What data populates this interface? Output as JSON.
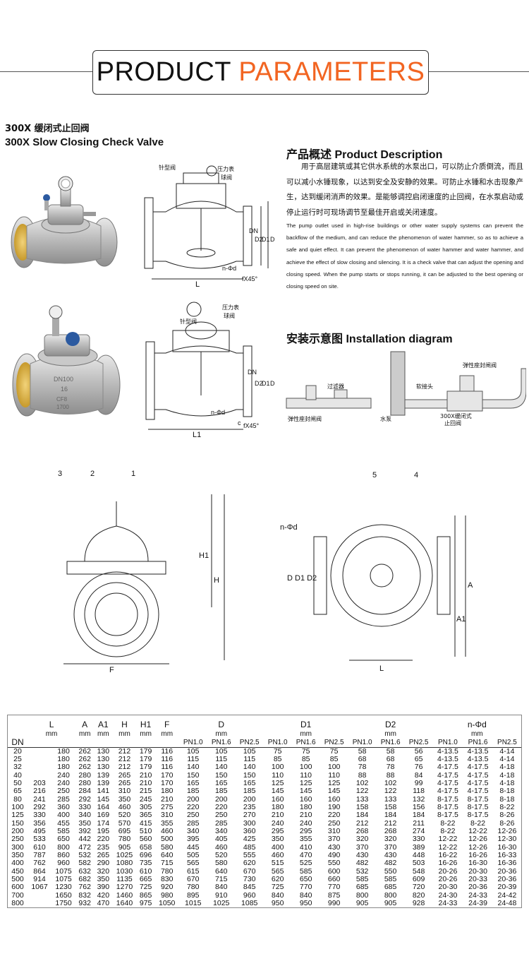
{
  "header": {
    "title_black": "PRODUCT ",
    "title_orange": "PARAMETERS"
  },
  "product": {
    "name_cn": "300X 缓闭式止回阀",
    "name_en": "300X Slow Closing Check Valve"
  },
  "description": {
    "title": "产品概述 Product Description",
    "cn": "用于高层建筑或其它供水系统的水泵出口，可以防止介质倒流，而且可以减小水锤现象，以达到安全及安静的效果。可防止水锤和水击现象产生，达到缓闭消声的效果。是能够调控启闭速度的止回阀，在水泵启动或停止运行时可现场调节至最佳开启或关闭速度。",
    "en": "The pump outlet used in high-rise buildings or other water supply systems can prevent the backflow of the medium, and can reduce the phenomenon of water hammer, so as to achieve a safe and quiet effect. It can prevent the phenomenon of water hammer and water hammer, and achieve the effect of slow closing and silencing. It is a check valve that can adjust the opening and closing speed. When the pump starts or stops running, it can be adjusted to the best opening or closing speed on site."
  },
  "installation": {
    "title": "安装示意图 Installation diagram",
    "labels": [
      "过滤器",
      "弹性座封闸阀",
      "水泵",
      "软接头",
      "300X缓闭式",
      "止回阀",
      "弹性座封闸阀"
    ]
  },
  "drawing1": {
    "labels": [
      "针型阀",
      "压力表",
      "球阀",
      "L",
      "n-Φd",
      "fX45°",
      "DN",
      "D2",
      "D1",
      "D"
    ]
  },
  "drawing2": {
    "labels": [
      "压力表",
      "针型阀",
      "球阀",
      "L1",
      "n-Φd",
      "fX45°",
      "DN",
      "D2",
      "D1",
      "D",
      "c"
    ]
  },
  "photo2_marking": [
    "DN100",
    "16",
    "CF8",
    "1700"
  ],
  "assembly": {
    "labels": [
      "3",
      "2",
      "1",
      "5",
      "4",
      "H1",
      "H",
      "F",
      "n-Φd",
      "D D1 D2",
      "A",
      "A1",
      "L"
    ]
  },
  "table": {
    "head_top": [
      "DN",
      "L",
      "A",
      "A1",
      "H",
      "H1",
      "F",
      "D",
      "D1",
      "D2",
      "n-Φd"
    ],
    "unit": "mm",
    "pn": [
      "PN1.0",
      "PN1.6",
      "PN2.5"
    ],
    "rows": [
      [
        "20",
        "",
        "180",
        "262",
        "130",
        "212",
        "179",
        "116",
        "105",
        "105",
        "105",
        "75",
        "75",
        "75",
        "58",
        "58",
        "56",
        "4-13.5",
        "4-13.5",
        "4-14"
      ],
      [
        "25",
        "",
        "180",
        "262",
        "130",
        "212",
        "179",
        "116",
        "115",
        "115",
        "115",
        "85",
        "85",
        "85",
        "68",
        "68",
        "65",
        "4-13.5",
        "4-13.5",
        "4-14"
      ],
      [
        "32",
        "",
        "180",
        "262",
        "130",
        "212",
        "179",
        "116",
        "140",
        "140",
        "140",
        "100",
        "100",
        "100",
        "78",
        "78",
        "76",
        "4-17.5",
        "4-17.5",
        "4-18"
      ],
      [
        "40",
        "",
        "240",
        "280",
        "139",
        "265",
        "210",
        "170",
        "150",
        "150",
        "150",
        "110",
        "110",
        "110",
        "88",
        "88",
        "84",
        "4-17.5",
        "4-17.5",
        "4-18"
      ],
      [
        "50",
        "203",
        "240",
        "280",
        "139",
        "265",
        "210",
        "170",
        "165",
        "165",
        "165",
        "125",
        "125",
        "125",
        "102",
        "102",
        "99",
        "4-17.5",
        "4-17.5",
        "4-18"
      ],
      [
        "65",
        "216",
        "250",
        "284",
        "141",
        "310",
        "215",
        "180",
        "185",
        "185",
        "185",
        "145",
        "145",
        "145",
        "122",
        "122",
        "118",
        "4-17.5",
        "4-17.5",
        "8-18"
      ],
      [
        "80",
        "241",
        "285",
        "292",
        "145",
        "350",
        "245",
        "210",
        "200",
        "200",
        "200",
        "160",
        "160",
        "160",
        "133",
        "133",
        "132",
        "8-17.5",
        "8-17.5",
        "8-18"
      ],
      [
        "100",
        "292",
        "360",
        "330",
        "164",
        "460",
        "305",
        "275",
        "220",
        "220",
        "235",
        "180",
        "180",
        "190",
        "158",
        "158",
        "156",
        "8-17.5",
        "8-17.5",
        "8-22"
      ],
      [
        "125",
        "330",
        "400",
        "340",
        "169",
        "520",
        "365",
        "310",
        "250",
        "250",
        "270",
        "210",
        "210",
        "220",
        "184",
        "184",
        "184",
        "8-17.5",
        "8-17.5",
        "8-26"
      ],
      [
        "150",
        "356",
        "455",
        "350",
        "174",
        "570",
        "415",
        "355",
        "285",
        "285",
        "300",
        "240",
        "240",
        "250",
        "212",
        "212",
        "211",
        "8-22",
        "8-22",
        "8-26"
      ],
      [
        "200",
        "495",
        "585",
        "392",
        "195",
        "695",
        "510",
        "460",
        "340",
        "340",
        "360",
        "295",
        "295",
        "310",
        "268",
        "268",
        "274",
        "8-22",
        "12-22",
        "12-26"
      ],
      [
        "250",
        "533",
        "650",
        "442",
        "220",
        "780",
        "560",
        "500",
        "395",
        "405",
        "425",
        "350",
        "355",
        "370",
        "320",
        "320",
        "330",
        "12-22",
        "12-26",
        "12-30"
      ],
      [
        "300",
        "610",
        "800",
        "472",
        "235",
        "905",
        "658",
        "580",
        "445",
        "460",
        "485",
        "400",
        "410",
        "430",
        "370",
        "370",
        "389",
        "12-22",
        "12-26",
        "16-30"
      ],
      [
        "350",
        "787",
        "860",
        "532",
        "265",
        "1025",
        "696",
        "640",
        "505",
        "520",
        "555",
        "460",
        "470",
        "490",
        "430",
        "430",
        "448",
        "16-22",
        "16-26",
        "16-33"
      ],
      [
        "400",
        "762",
        "960",
        "582",
        "290",
        "1080",
        "735",
        "715",
        "565",
        "580",
        "620",
        "515",
        "525",
        "550",
        "482",
        "482",
        "503",
        "16-26",
        "16-30",
        "16-36"
      ],
      [
        "450",
        "864",
        "1075",
        "632",
        "320",
        "1030",
        "610",
        "780",
        "615",
        "640",
        "670",
        "565",
        "585",
        "600",
        "532",
        "550",
        "548",
        "20-26",
        "20-30",
        "20-36"
      ],
      [
        "500",
        "914",
        "1075",
        "682",
        "350",
        "1135",
        "665",
        "830",
        "670",
        "715",
        "730",
        "620",
        "650",
        "660",
        "585",
        "585",
        "609",
        "20-26",
        "20-33",
        "20-36"
      ],
      [
        "600",
        "1067",
        "1230",
        "762",
        "390",
        "1270",
        "725",
        "920",
        "780",
        "840",
        "845",
        "725",
        "770",
        "770",
        "685",
        "685",
        "720",
        "20-30",
        "20-36",
        "20-39"
      ],
      [
        "700",
        "",
        "1650",
        "832",
        "420",
        "1460",
        "865",
        "980",
        "895",
        "910",
        "960",
        "840",
        "840",
        "875",
        "800",
        "800",
        "820",
        "24-30",
        "24-33",
        "24-42"
      ],
      [
        "800",
        "",
        "1750",
        "932",
        "470",
        "1640",
        "975",
        "1050",
        "1015",
        "1025",
        "1085",
        "950",
        "950",
        "990",
        "905",
        "905",
        "928",
        "24-33",
        "24-39",
        "24-48"
      ]
    ]
  }
}
